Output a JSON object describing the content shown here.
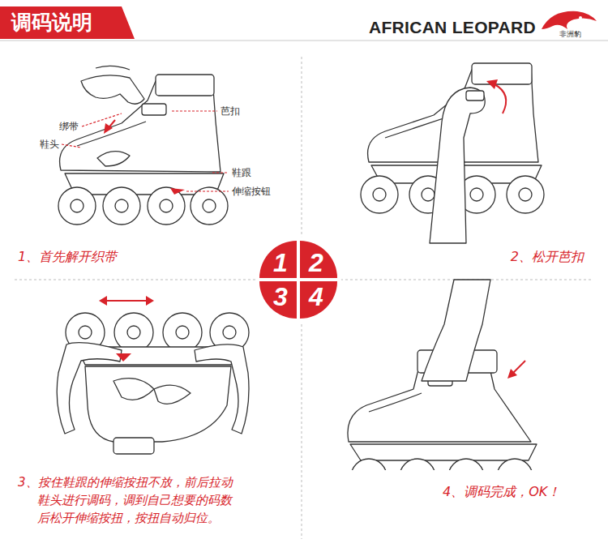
{
  "diagram": {
    "title": "调码说明",
    "nodes": [
      {
        "text": [
          "1"
        ]
      },
      {
        "text": [
          "2"
        ]
      },
      {
        "text": [
          "3"
        ]
      },
      {
        "text": [
          "4"
        ]
      }
    ],
    "labels": [
      "AFRICAN LEOPARD",
      "非洲豹",
      "绑带",
      "芭扣",
      "鞋头",
      "鞋跟",
      "伸缩按钮",
      "1、首先解开织带",
      "2、松开芭扣",
      "3、按住鞋跟的伸缩按扭不放，前后拉动鞋头进行调码，调到自己想要的码数后松开伸缩按扭，按扭自动归位。",
      "4、调码完成，OK！"
    ]
  }
}
